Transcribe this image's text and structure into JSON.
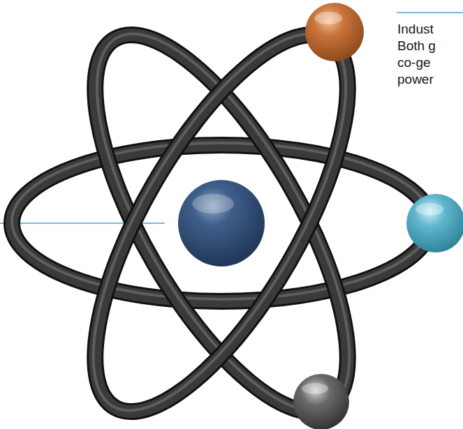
{
  "diagram": {
    "labels": [
      "Indust",
      "Both g",
      "co-ge",
      "power"
    ]
  }
}
